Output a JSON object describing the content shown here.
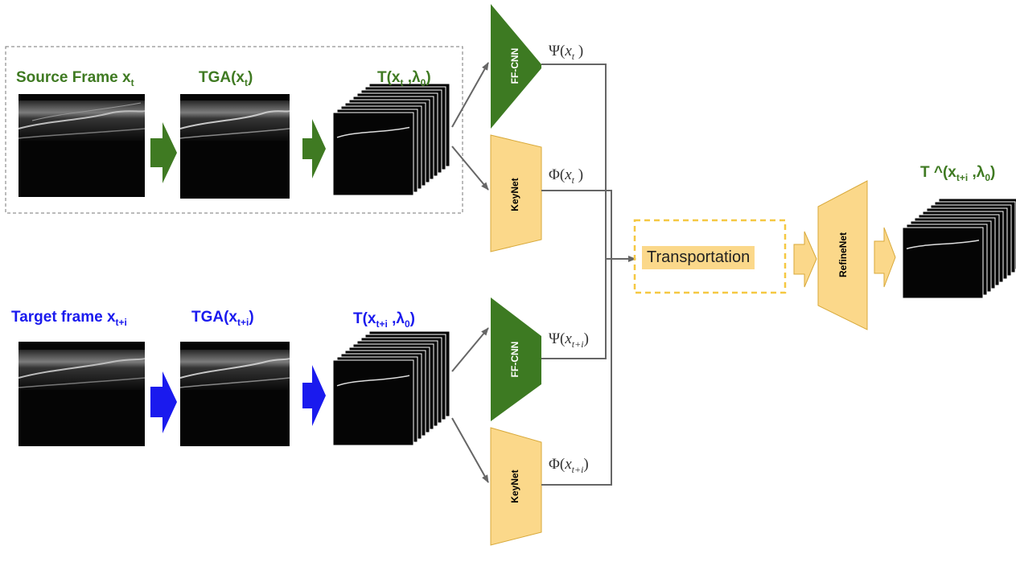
{
  "labels": {
    "source_frame": {
      "text": "Source Frame x",
      "sub": "t"
    },
    "tga_source": {
      "pre": "TGA(x",
      "sub": "t",
      "post": ")"
    },
    "t_source": {
      "pre": "T(x",
      "sub": "t",
      "mid": " ,λ",
      "sub2": "0",
      "post": ")"
    },
    "target_frame": {
      "text": "Target frame x",
      "sub": "t+i"
    },
    "tga_target": {
      "pre": "TGA(x",
      "sub": "t+i",
      "post": ")"
    },
    "t_target": {
      "pre": "T(x",
      "sub": "t+i",
      "mid": " ,λ",
      "sub2": "0",
      "post": ")"
    },
    "output": {
      "pre": "T ^(x",
      "sub": "t+i",
      "mid": " ,λ",
      "sub2": "0",
      "post": ")"
    }
  },
  "networks": {
    "ff_cnn": "FF-CNN",
    "keynet": "KeyNet",
    "refinenet": "RefineNet"
  },
  "features": {
    "psi_source": {
      "pre": "Ψ(",
      "var": "x",
      "sub": "t",
      "post": " )"
    },
    "phi_source": {
      "pre": "Φ(",
      "var": "x",
      "sub": "t",
      "post": " )"
    },
    "psi_target": {
      "pre": "Ψ(",
      "var": "x",
      "sub": "t+i",
      "post": ")"
    },
    "phi_target": {
      "pre": "Φ(",
      "var": "x",
      "sub": "t+i",
      "post": ")"
    }
  },
  "transportation": "Transportation",
  "colors": {
    "green": "#3f7a22",
    "blue": "#1a1aee",
    "yellow": "#fbd88a",
    "yellow_border": "#d8a93a",
    "dash_yellow": "#f5c842",
    "line": "#666666",
    "image_bg": "#050505"
  }
}
